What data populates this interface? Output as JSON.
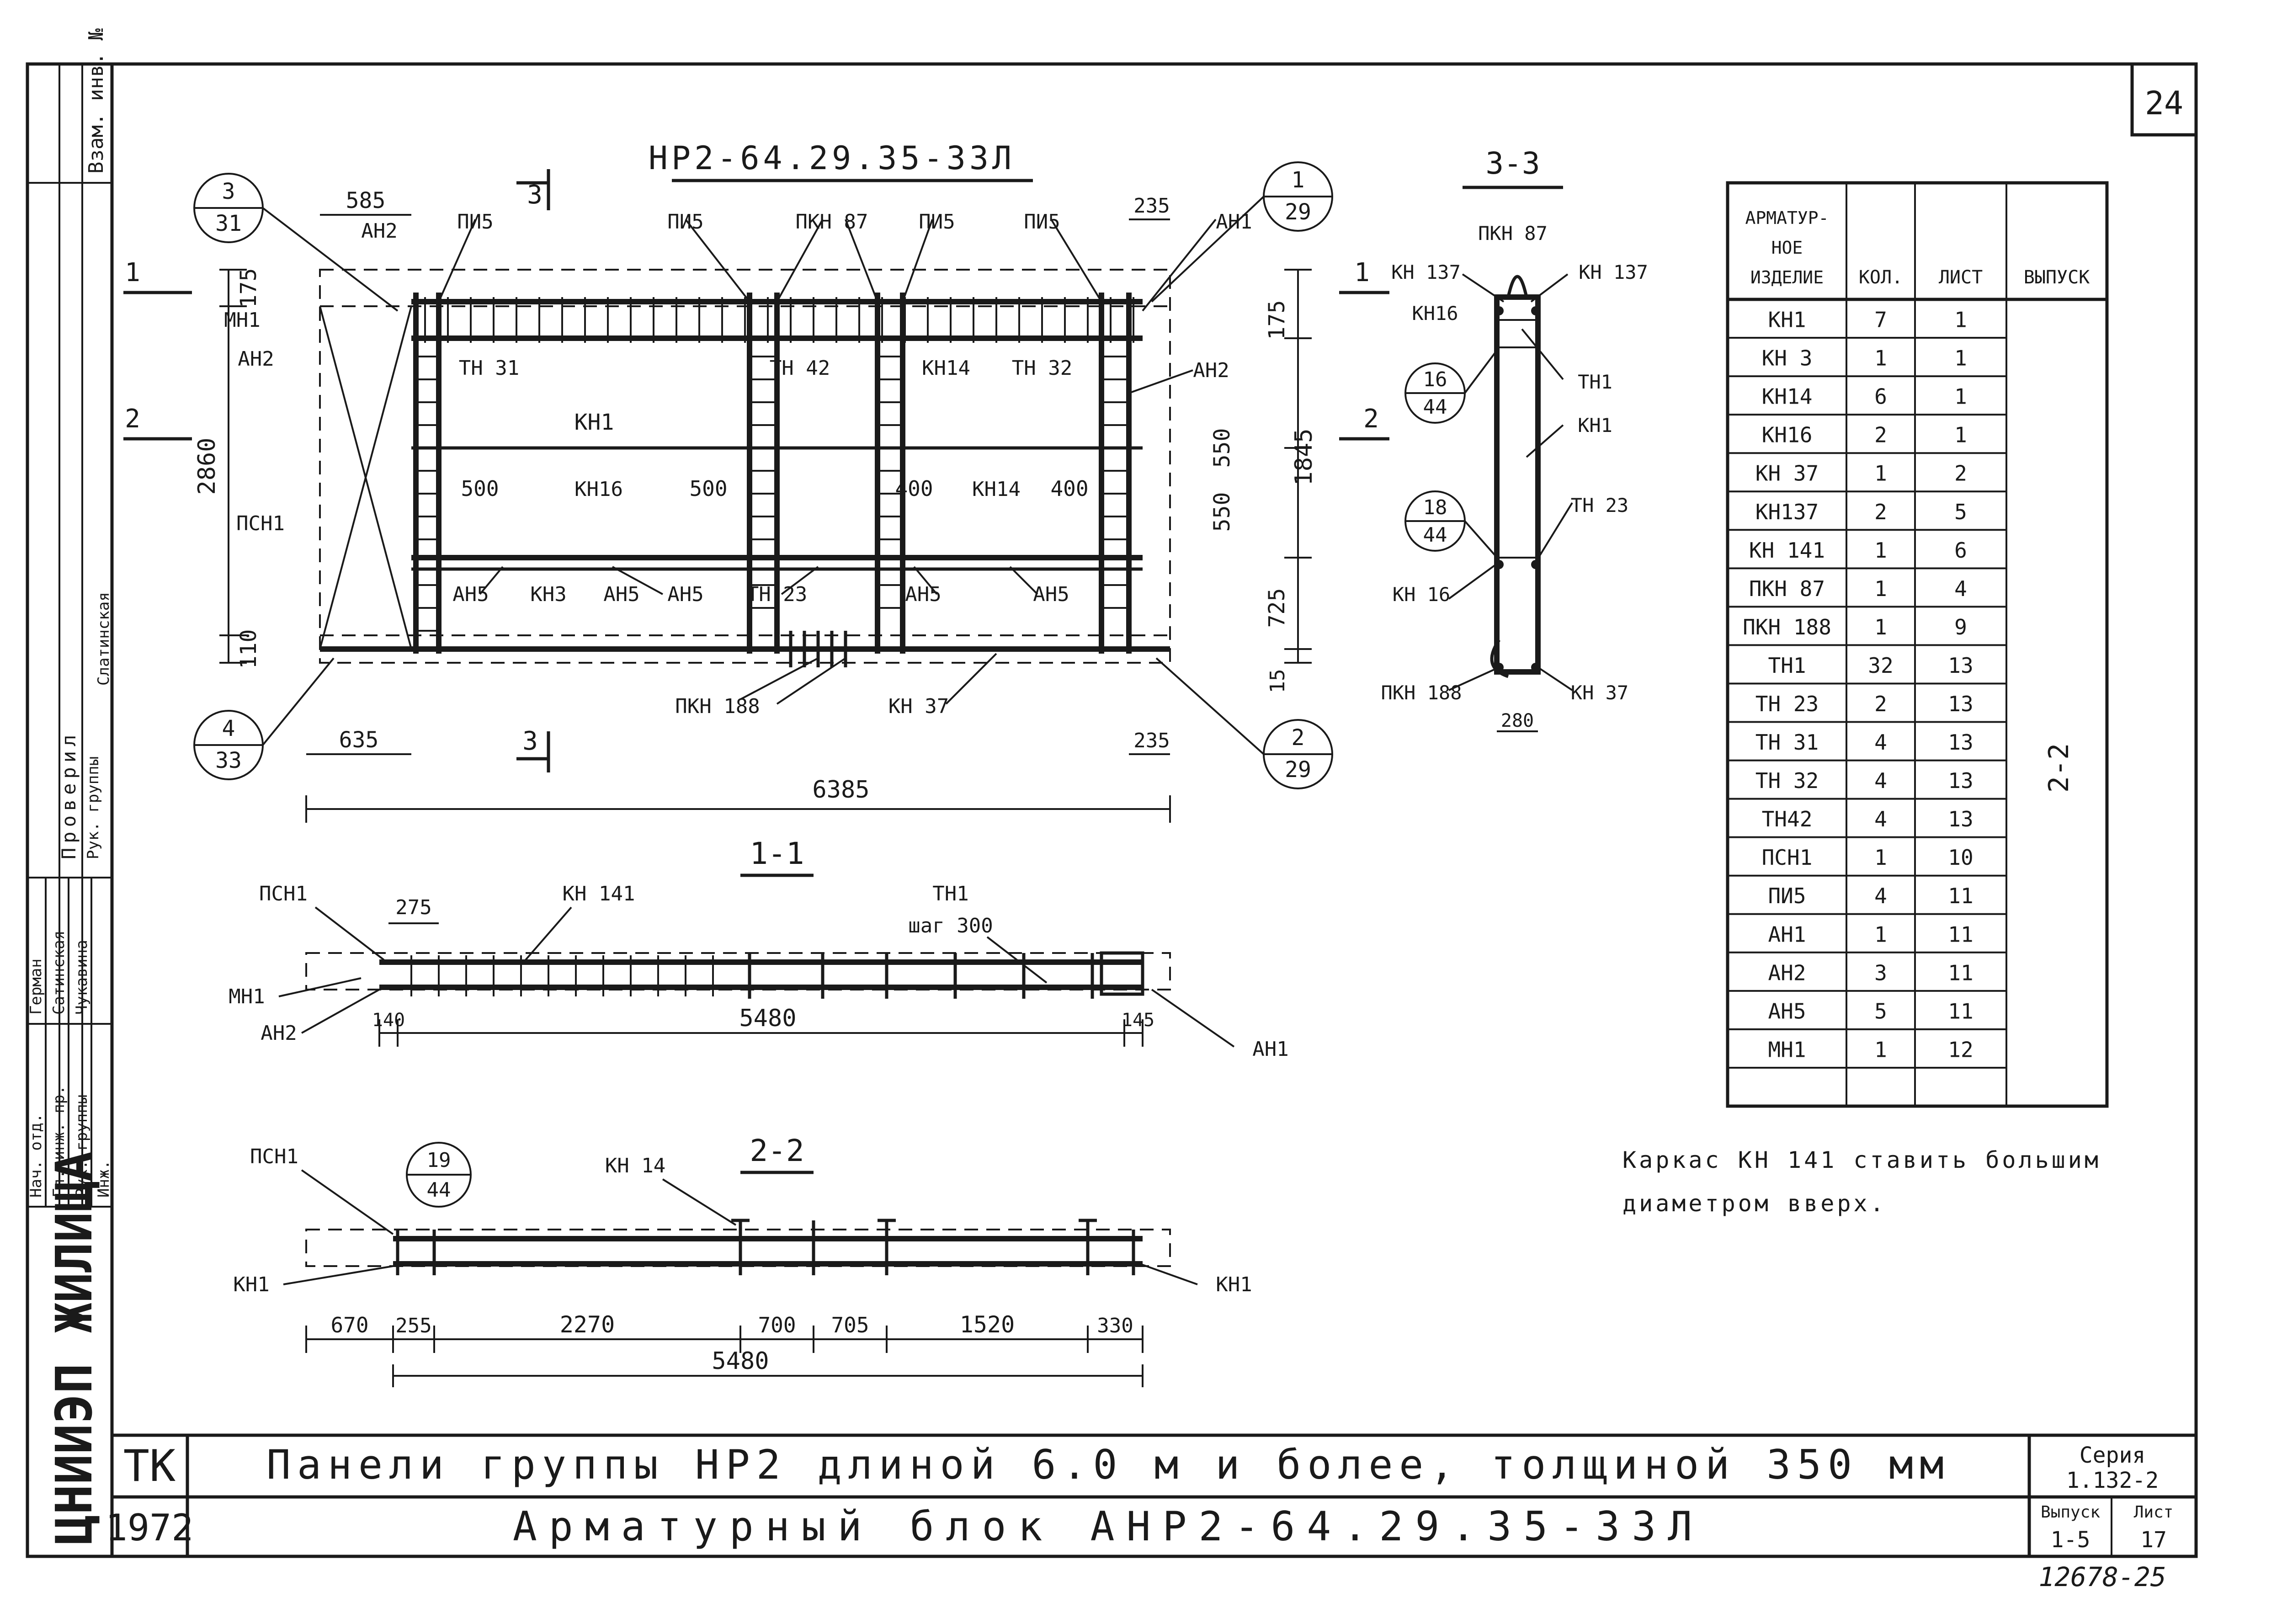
{
  "sheet": {
    "page_number": "24",
    "stamp_code": "ТК",
    "year": "1972",
    "org_name": "ЦНИИЭП ЖИЛИЩА",
    "footer_number": "12678-25",
    "title_line1": "Панели группы НР2 длиной 6.0 м и более, толщиной 350 мм",
    "title_line2": "Арматурный блок АНР2-64.29.35-33Л",
    "series_label": "Серия",
    "series_value": "1.132-2",
    "issue_label": "Выпуск",
    "issue_value": "1-5",
    "list_label": "Лист",
    "list_value": "17",
    "left_strip": {
      "inv_header": "Взам. инв. №",
      "roles": [
        "Нач. отд.",
        "Гл. инж. пр.",
        "Рук. группы",
        "Инж."
      ],
      "names": [
        "Герман",
        "Сатинская",
        "Чукавина"
      ],
      "check_label": "Проверил",
      "check_role": "Рук. группы",
      "check_name": "Слатинская"
    }
  },
  "main_view": {
    "title": "НР2-64.29.35-33Л",
    "callouts": [
      {
        "top": "3",
        "bottom": "31"
      },
      {
        "top": "1",
        "bottom": "29"
      },
      {
        "top": "4",
        "bottom": "33"
      },
      {
        "top": "2",
        "bottom": "29"
      }
    ],
    "section_marks": {
      "s1": "1",
      "s2": "2",
      "s3": "3"
    },
    "dims": {
      "d585": "585",
      "d235a": "235",
      "d175a": "175",
      "d175b": "175",
      "d2860": "2860",
      "d1845": "1845",
      "d550a": "550",
      "d550b": "550",
      "d725": "725",
      "d110": "110",
      "d15": "15",
      "d635": "635",
      "d235b": "235",
      "d6385": "6385",
      "d500a": "500",
      "d500b": "500",
      "d400a": "400",
      "d400b": "400"
    },
    "labels": {
      "an2_top": "АН2",
      "pi5_1": "ПИ5",
      "pi5_2": "ПИ5",
      "pkn87": "ПКН 87",
      "pi5_3": "ПИ5",
      "pi5_4": "ПИ5",
      "an1": "АН1",
      "mn1": "МН1",
      "an2_left": "АН2",
      "tn31": "ТН 31",
      "tn42": "ТН 42",
      "kn14a": "КН14",
      "tn32": "ТН 32",
      "an2_right": "АН2",
      "kn1": "КН1",
      "psn1": "ПСН1",
      "kn16": "КН16",
      "kn14b": "КН14",
      "an5a": "АН5",
      "kn3": "КН3",
      "an5b": "АН5",
      "an5c": "АН5",
      "tn23": "ТН 23",
      "an5d": "АН5",
      "an5e": "АН5",
      "pkn188": "ПКН 188",
      "kn37": "КН 37"
    }
  },
  "section_3_3": {
    "title": "3-3",
    "callouts": [
      {
        "top": "16",
        "bottom": "44"
      },
      {
        "top": "18",
        "bottom": "44"
      }
    ],
    "labels": {
      "pkn87": "ПКН 87",
      "kn137a": "КН 137",
      "kn137b": "КН 137",
      "kn16a": "КН16",
      "tn1": "ТН1",
      "kn1": "КН1",
      "tn23": "ТН 23",
      "kn16b": "КН 16",
      "pkn188": "ПКН 188",
      "kn37": "КН 37",
      "d280": "280"
    }
  },
  "section_1_1": {
    "title": "1-1",
    "labels": {
      "psn1": "ПСН1",
      "d275": "275",
      "kn141": "КН 141",
      "tn1": "ТН1",
      "step": "шаг 300",
      "mn1": "МН1",
      "an2": "АН2",
      "d140": "140",
      "d5480": "5480",
      "d145": "145",
      "an1": "АН1"
    }
  },
  "section_2_2": {
    "title": "2-2",
    "callout": {
      "top": "19",
      "bottom": "44"
    },
    "labels": {
      "psn1": "ПСН1",
      "kn14": "КН 14",
      "kn1_left": "КН1",
      "kn1_right": "КН1"
    },
    "dims": [
      "670",
      "255",
      "2270",
      "700",
      "705",
      "1520",
      "330"
    ],
    "total": "5480"
  },
  "note": {
    "line1": "Каркас КН 141 ставить большим",
    "line2": "диаметром вверх."
  },
  "spec_table": {
    "headers": {
      "item": [
        "АРМАТУР-",
        "НОЕ",
        "ИЗДЕЛИЕ"
      ],
      "qty": "КОЛ.",
      "sheet": "ЛИСТ",
      "issue": "ВЫПУСК"
    },
    "issue_value": "2-2",
    "rows": [
      {
        "item": "КН1",
        "qty": "7",
        "sheet": "1"
      },
      {
        "item": "КН 3",
        "qty": "1",
        "sheet": "1"
      },
      {
        "item": "КН14",
        "qty": "6",
        "sheet": "1"
      },
      {
        "item": "КН16",
        "qty": "2",
        "sheet": "1"
      },
      {
        "item": "КН 37",
        "qty": "1",
        "sheet": "2"
      },
      {
        "item": "КН137",
        "qty": "2",
        "sheet": "5"
      },
      {
        "item": "КН 141",
        "qty": "1",
        "sheet": "6"
      },
      {
        "item": "ПКН 87",
        "qty": "1",
        "sheet": "4"
      },
      {
        "item": "ПКН 188",
        "qty": "1",
        "sheet": "9"
      },
      {
        "item": "ТН1",
        "qty": "32",
        "sheet": "13"
      },
      {
        "item": "ТН 23",
        "qty": "2",
        "sheet": "13"
      },
      {
        "item": "ТН 31",
        "qty": "4",
        "sheet": "13"
      },
      {
        "item": "ТН 32",
        "qty": "4",
        "sheet": "13"
      },
      {
        "item": "ТН42",
        "qty": "4",
        "sheet": "13"
      },
      {
        "item": "ПСН1",
        "qty": "1",
        "sheet": "10"
      },
      {
        "item": "ПИ5",
        "qty": "4",
        "sheet": "11"
      },
      {
        "item": "АН1",
        "qty": "1",
        "sheet": "11"
      },
      {
        "item": "АН2",
        "qty": "3",
        "sheet": "11"
      },
      {
        "item": "АН5",
        "qty": "5",
        "sheet": "11"
      },
      {
        "item": "МН1",
        "qty": "1",
        "sheet": "12"
      },
      {
        "item": "",
        "qty": "",
        "sheet": ""
      }
    ]
  }
}
